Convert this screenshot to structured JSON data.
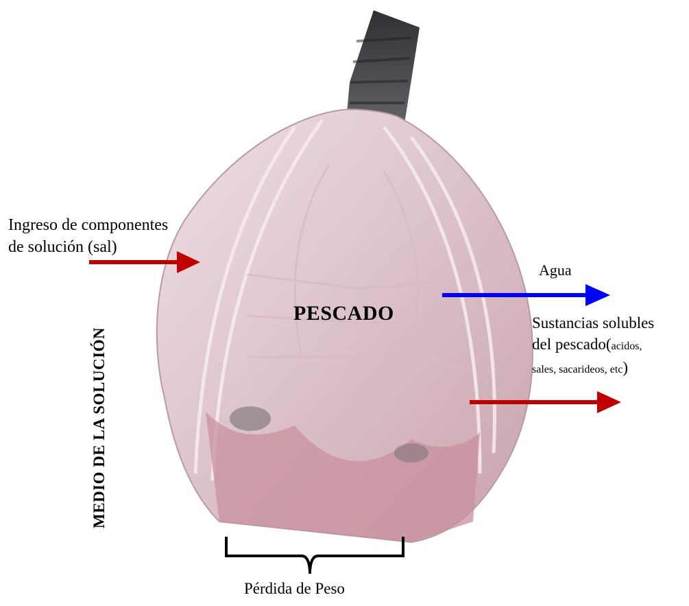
{
  "labels": {
    "ingreso_line1": "Ingreso de componentes",
    "ingreso_line2": "de solución (sal)",
    "agua": "Agua",
    "sustancias_line1": "Sustancias solubles",
    "sustancias_line2_main": "del pescado(",
    "sustancias_line2_small": "acidos,",
    "sustancias_line3_small": "sales, sacarideos, etc",
    "sustancias_line3_close": ")",
    "pescado": "PESCADO",
    "perdida": "Pérdida de Peso",
    "medio": "MEDIO DE LA SOLUCIÓN"
  },
  "colors": {
    "arrow_in": "#c00000",
    "arrow_water": "#0000ff",
    "arrow_solubles": "#c00000"
  },
  "image": {
    "subject": "photograph of butterflied salted fish (open fillet with tail)"
  }
}
